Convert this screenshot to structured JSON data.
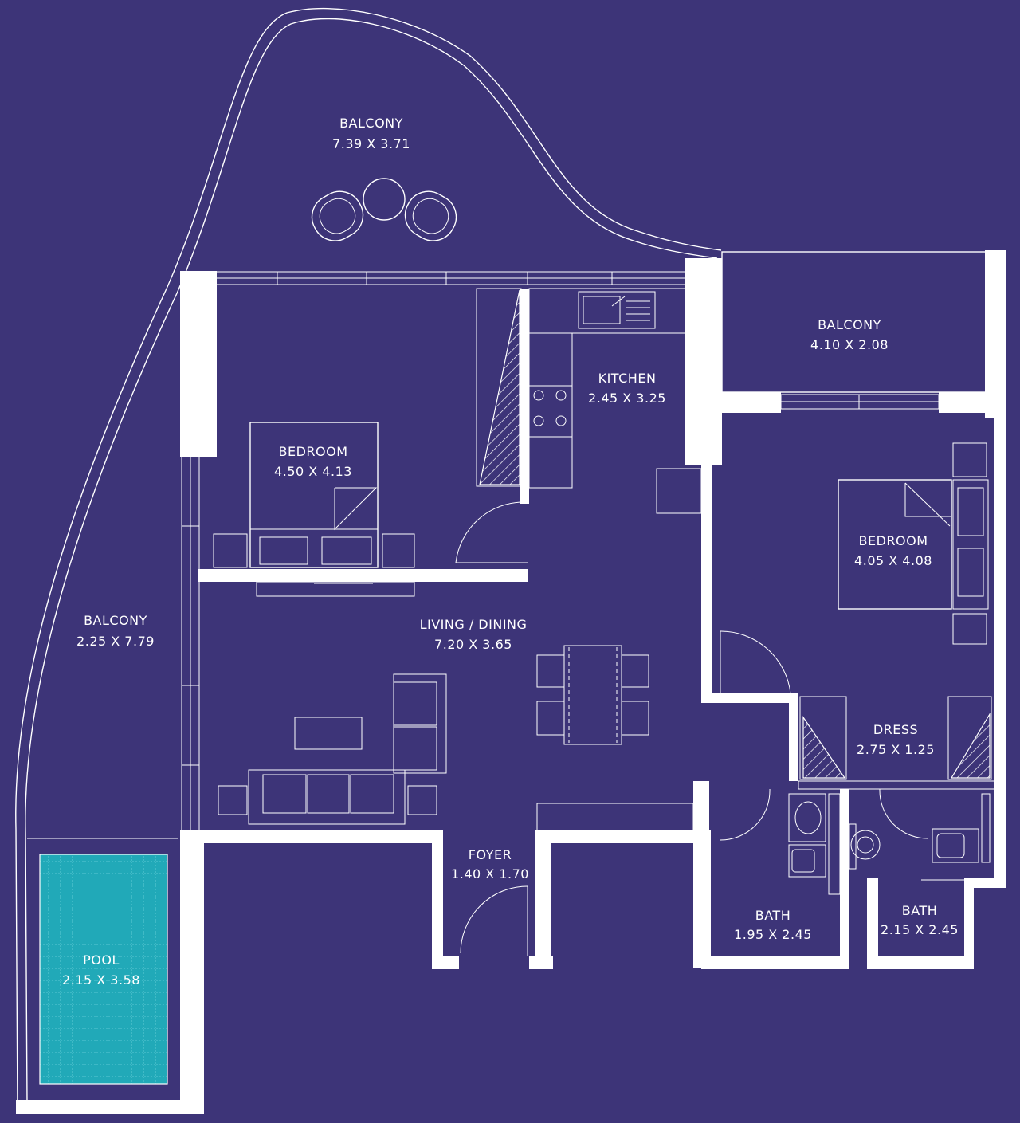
{
  "colors": {
    "background": "#3d3478",
    "lines": "#ffffff",
    "pool": "#21a9b8"
  },
  "rooms": {
    "balcony_top": {
      "name": "BALCONY",
      "size": "7.39 X 3.71"
    },
    "balcony_right": {
      "name": "BALCONY",
      "size": "4.10 X 2.08"
    },
    "balcony_left": {
      "name": "BALCONY",
      "size": "2.25 X 7.79"
    },
    "kitchen": {
      "name": "KITCHEN",
      "size": "2.45 X 3.25"
    },
    "bedroom_left": {
      "name": "BEDROOM",
      "size": "4.50 X 4.13"
    },
    "bedroom_right": {
      "name": "BEDROOM",
      "size": "4.05 X 4.08"
    },
    "living": {
      "name": "LIVING / DINING",
      "size": "7.20 X 3.65"
    },
    "dress": {
      "name": "DRESS",
      "size": "2.75 X 1.25"
    },
    "foyer": {
      "name": "FOYER",
      "size": "1.40 X 1.70"
    },
    "bath_left": {
      "name": "BATH",
      "size": "1.95 X 2.45"
    },
    "bath_right": {
      "name": "BATH",
      "size": "2.15 X 2.45"
    },
    "pool": {
      "name": "POOL",
      "size": "2.15 X 3.58"
    }
  }
}
